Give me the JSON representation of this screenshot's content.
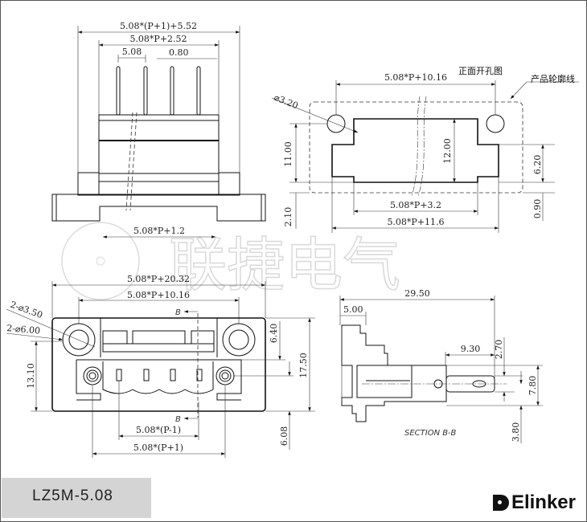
{
  "watermark": "联捷电气",
  "top_view": {
    "dims": {
      "overall": "5.08*(P+1)+5.52",
      "body": "5.08*P+2.52",
      "pitch": "5.08",
      "pin": "0.80",
      "bottom": "5.08*P+1.2"
    }
  },
  "panel_cutout": {
    "title": "正面开孔图",
    "outline_label": "产品轮廓线",
    "dims": {
      "hole_pitch": "5.08*P+10.16",
      "hole_dia": "⌀3.20",
      "height_left": "11.00",
      "height_center": "12.00",
      "step": "6.20",
      "offset": "0.90",
      "bottom_offset": "2.10",
      "narrow_width": "5.08*P+3.2",
      "wide_width": "5.08*P+11.6"
    }
  },
  "front_view": {
    "dims": {
      "overall": "5.08*P+20.32",
      "hole_pitch": "5.08*P+10.16",
      "small_hole": "2-⌀3.50",
      "large_hole": "2-⌀6.00",
      "height_left": "13.10",
      "upper": "6.40",
      "total_height": "17.50",
      "lower": "6.08",
      "pin_span": "5.08*(P-1)",
      "screw_span": "5.08*(P+1)"
    },
    "section_marker": "B"
  },
  "section_view": {
    "label": "SECTION B-B",
    "dims": {
      "length": "29.50",
      "flange": "5.00",
      "pin_length": "9.30",
      "a": "2.70",
      "b": "7.80",
      "c": "3.80"
    }
  },
  "footer": {
    "model": "LZ5M-5.08",
    "brand": "Elinker"
  }
}
